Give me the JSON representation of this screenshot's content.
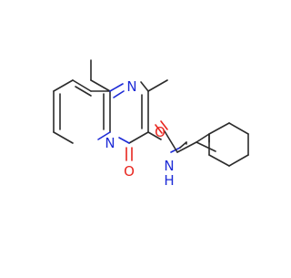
{
  "structure": {
    "atoms": {
      "n_ring": "N",
      "n_bridge": "N",
      "o_ketone": "O",
      "o_amide": "O",
      "n_amide": "N",
      "h_amide": "H"
    },
    "colors": {
      "bond": "#2b2b2b",
      "nitrogen": "#1d2bd6",
      "oxygen": "#e8261f",
      "background": "#ffffff"
    }
  }
}
